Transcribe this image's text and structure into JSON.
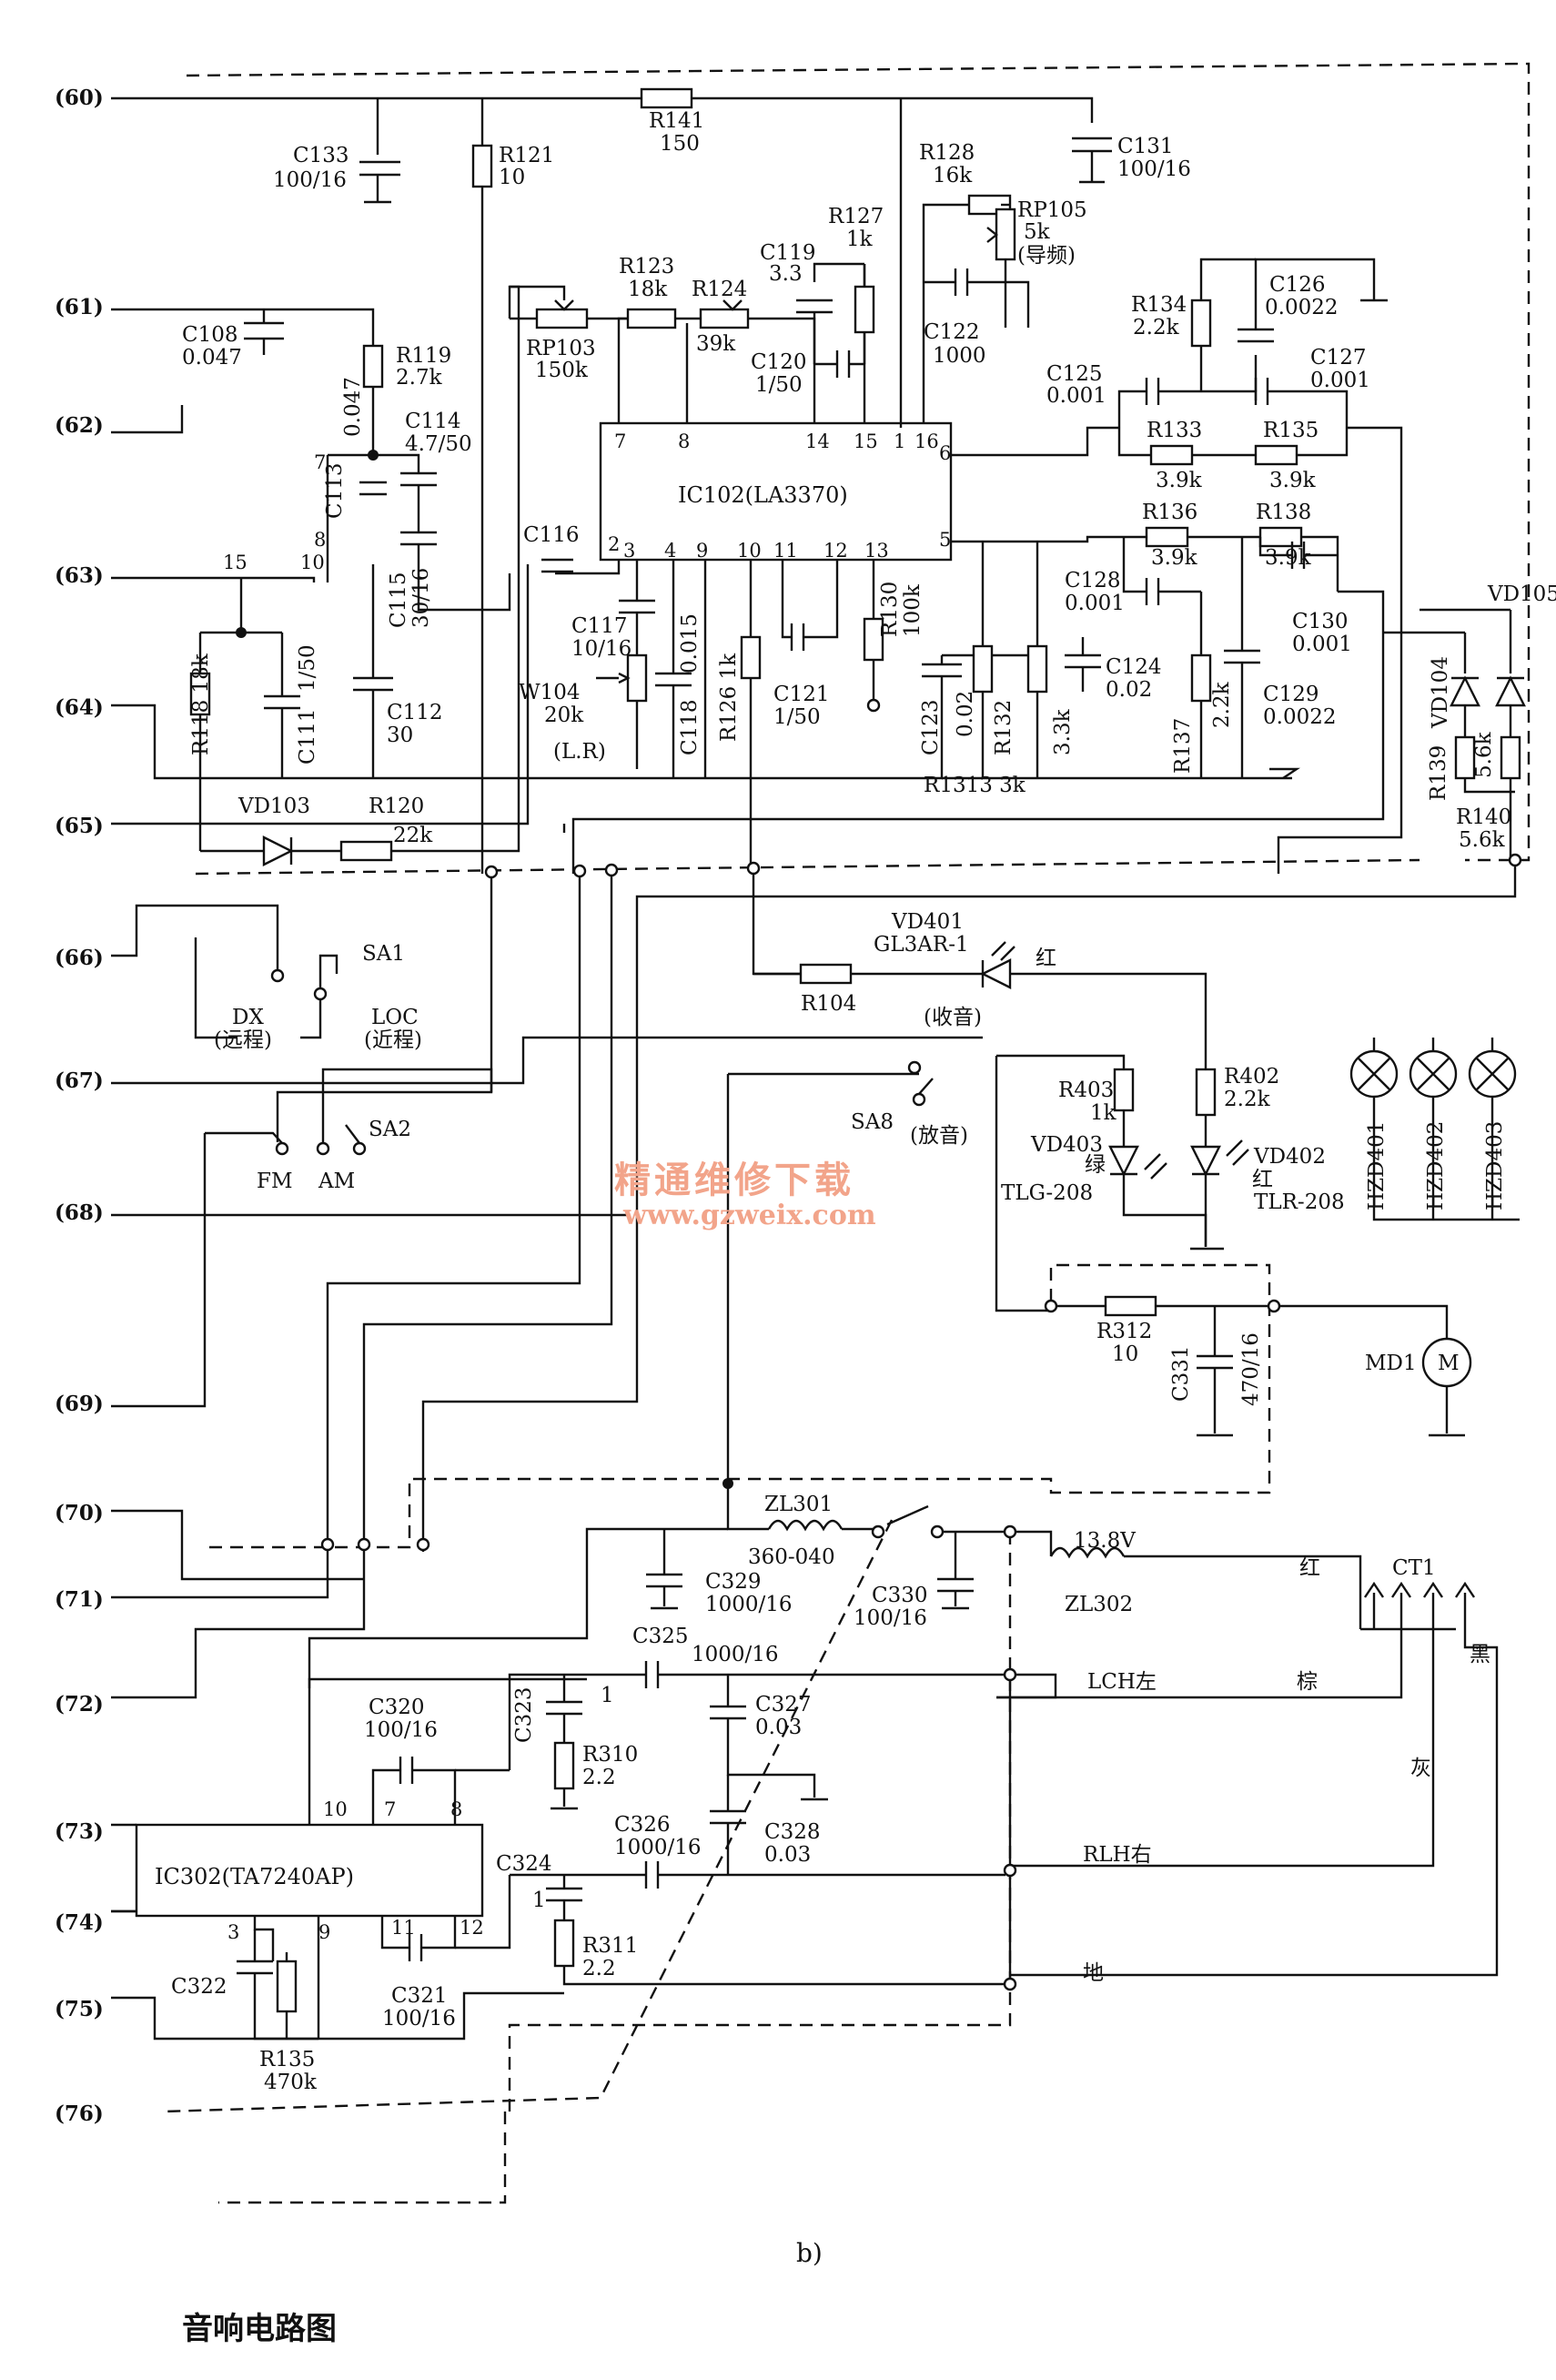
{
  "nodes": [
    "(60)",
    "(61)",
    "(62)",
    "(63)",
    "(64)",
    "(65)",
    "(66)",
    "(67)",
    "(68)",
    "(69)",
    "(70)",
    "(71)",
    "(72)",
    "(73)",
    "(74)",
    "(75)",
    "(76)"
  ],
  "ics": {
    "ic102": "IC102(LA3370)",
    "ic302": "IC302(TA7240AP)"
  },
  "ic102_pins_top": [
    "7",
    "8",
    "14",
    "15",
    "1",
    "16"
  ],
  "ic102_pins_bottom": [
    "2",
    "3",
    "4",
    "9",
    "10",
    "11",
    "12",
    "13"
  ],
  "ic102_pins_right": [
    "6",
    "5"
  ],
  "ic302_pins": [
    "10",
    "7",
    "8",
    "11",
    "12",
    "3",
    "9"
  ],
  "labels": {
    "r141": "R141",
    "r141v": "150",
    "c133": "C133",
    "c133v": "100/16",
    "r121": "R121",
    "r121v": "10",
    "c131": "C131",
    "c131v": "100/16",
    "r128": "R128",
    "r128v": "16k",
    "rp105": "RP105",
    "rp105v": "5k",
    "rp105n": "(导频)",
    "r127": "R127",
    "r127v": "1k",
    "c119": "C119",
    "c119v": "3.3",
    "r123": "R123",
    "r123v": "18k",
    "r124": "R124",
    "r124v": "39k",
    "c120": "C120",
    "c120v": "1/50",
    "c122": "C122",
    "c122v": "1000",
    "rp103": "RP103",
    "rp103v": "150k",
    "c108": "C108",
    "c108v": "0.047",
    "r119": "R119",
    "r119v": "2.7k",
    "c114": "C114",
    "c114v": "4.7/50",
    "c113": "C113",
    "c113v": "0.047",
    "c115": "C115",
    "c115v": "30/16",
    "c116": "C116",
    "c117": "C117",
    "c117v": "10/16",
    "w104": "W104",
    "w104v": "20k",
    "w104n": "(L.R)",
    "c118": "C118",
    "c118v": "0.015",
    "r126": "R126 1k",
    "c121": "C121",
    "c121v": "1/50",
    "r130": "R130",
    "r130v": "100k",
    "r118": "R118 18k",
    "c111": "C111",
    "c111v": "1/50",
    "c112": "C112",
    "c112v": "30",
    "r134": "R134",
    "r134v": "2.2k",
    "c126": "C126",
    "c126v": "0.0022",
    "c125": "C125",
    "c125v": "0.001",
    "c127": "C127",
    "c127v": "0.001",
    "r133": "R133",
    "r133v": "3.9k",
    "r135": "R135",
    "r135v": "3.9k",
    "r136": "R136",
    "r136v": "3.9k",
    "r138": "R138",
    "r138v": "3.9k",
    "c128": "C128",
    "c128v": "0.001",
    "c130": "C130",
    "c130v": "0.001",
    "c123": "C123",
    "c123v": "0.02",
    "r132": "R132",
    "r132v": "3.3k",
    "c124": "C124",
    "c124v": "0.02",
    "r137": "R137",
    "r137v": "2.2k",
    "c129": "C129",
    "c129v": "0.0022",
    "r131": "R1313 3k",
    "vd105": "VD105",
    "vd104": "VD104",
    "r139": "R139",
    "r139v": "5.6k",
    "r140": "R140",
    "r140v": "5.6k",
    "vd103": "VD103",
    "r120": "R120",
    "r120v": "22k",
    "sa1": "SA1",
    "dx": "DX",
    "dxn": "(远程)",
    "loc": "LOC",
    "locn": "(近程)",
    "sa2": "SA2",
    "fm": "FM",
    "am": "AM",
    "vd401": "VD401",
    "vd401v": "GL3AR-1",
    "red1": "红",
    "r104": "R104",
    "shouyin": "(收音)",
    "sa8": "SA8",
    "fangyin": "(放音)",
    "r403": "R403",
    "r403v": "1k",
    "r402": "R402",
    "r402v": "2.2k",
    "vd403": "VD403",
    "green": "绿",
    "tlg": "TLG-208",
    "vd402": "VD402",
    "red2": "红",
    "tlr": "TLR-208",
    "hzd401": "HZD401",
    "hzd402": "HZD402",
    "hzd403": "HZD403",
    "r312": "R312",
    "r312v": "10",
    "c331": "C331",
    "c331v": "470/16",
    "md1": "MD1",
    "motor": "M",
    "zl301": "ZL301",
    "zl301v": "360-040",
    "c329": "C329",
    "c329v": "1000/16",
    "c330": "C330",
    "c330v": "100/16",
    "v138": "13.8V",
    "zl302": "ZL302",
    "red3": "红",
    "ct1": "CT1",
    "black": "黑",
    "c325": "C325",
    "c325v": "1000/16",
    "c323": "C323",
    "c323v": "1",
    "r310": "R310",
    "r310v": "2.2",
    "c327": "C327",
    "c327v": "0.03",
    "lch": "LCH左",
    "brown": "棕",
    "c320": "C320",
    "c320v": "100/16",
    "grey": "灰",
    "c326": "C326",
    "c326v": "1000/16",
    "c328": "C328",
    "c328v": "0.03",
    "rlh": "RLH右",
    "c324": "C324",
    "c324v": "1",
    "r311": "R311",
    "r311v": "2.2",
    "c321": "C321",
    "c321v": "100/16",
    "c322": "C322",
    "r135b": "R135",
    "r135bv": "470k",
    "ground": "地"
  },
  "watermark": {
    "line1": "精通维修下载",
    "line2": "www.gzweix.com"
  },
  "subtitle": "b)",
  "caption": "音响电路图",
  "colors": {
    "ink": "#111111",
    "watermark": "#f2a48a"
  }
}
